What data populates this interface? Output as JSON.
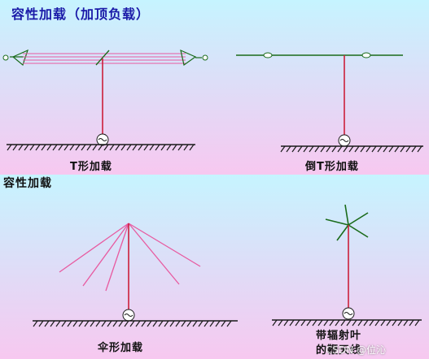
{
  "title": "容性加载（加顶负载）",
  "section2_title": "容性加载",
  "captions": {
    "t_shape": "T形加载",
    "inverted_l": "倒T形加载",
    "umbrella": "伞形加载",
    "radial": "带辐射叶",
    "radial_line2": "的鞭天线"
  },
  "watermark": "CSDN @位沁",
  "colors": {
    "mast": "#cc1f3a",
    "wire": "#1a6b1a",
    "spoke": "#e85aa0",
    "ground": "#1a1a1a"
  }
}
